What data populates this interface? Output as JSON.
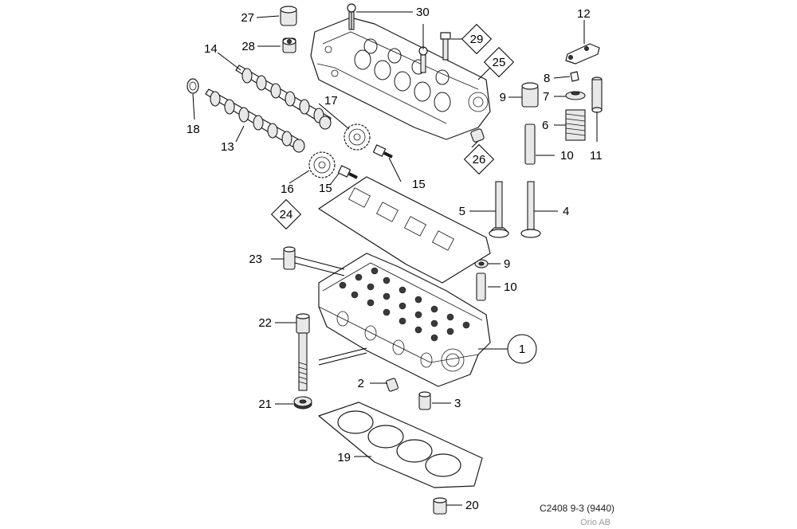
{
  "callouts": {
    "c1": "1",
    "c2": "2",
    "c3": "3",
    "c4": "4",
    "c5": "5",
    "c6": "6",
    "c7": "7",
    "c8": "8",
    "c9a": "9",
    "c9b": "9",
    "c10a": "10",
    "c10b": "10",
    "c11": "11",
    "c12": "12",
    "c13": "13",
    "c14": "14",
    "c15a": "15",
    "c15b": "15",
    "c16": "16",
    "c17": "17",
    "c18": "18",
    "c19": "19",
    "c20": "20",
    "c21": "21",
    "c22": "22",
    "c23": "23",
    "c24": "24",
    "c25": "25",
    "c26": "26",
    "c27": "27",
    "c28": "28",
    "c29": "29",
    "c30": "30"
  },
  "caption": {
    "code": "C2408 9-3 (9440)",
    "copyright": "Orio AB"
  }
}
